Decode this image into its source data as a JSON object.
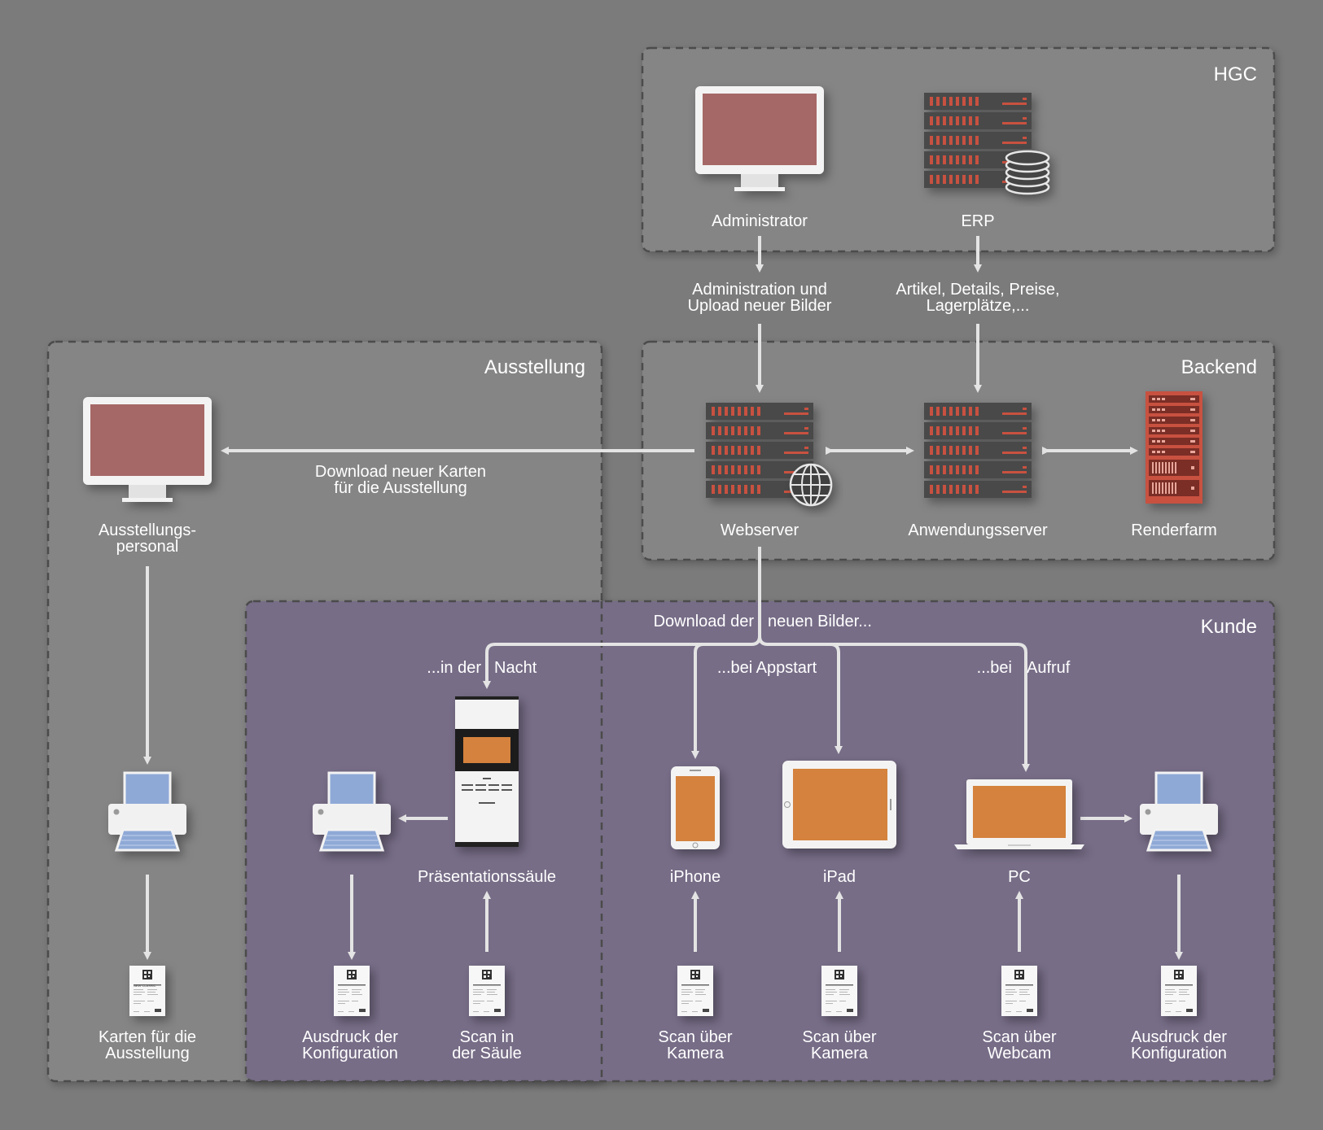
{
  "zones": {
    "hgc": "HGC",
    "backend": "Backend",
    "ausstellung": "Ausstellung",
    "kunde": "Kunde"
  },
  "nodes": {
    "administrator": "Administrator",
    "erp": "ERP",
    "webserver": "Webserver",
    "anwendungsserver": "Anwendungsserver",
    "renderfarm": "Renderfarm",
    "ausstellungspersonal": [
      "Ausstellungs-",
      "personal"
    ],
    "praesentationssaeule": "Präsentationssäule",
    "iphone": "iPhone",
    "ipad": "iPad",
    "pc": "PC"
  },
  "flows": {
    "admin_upload": [
      "Administration und",
      "Upload neuer Bilder"
    ],
    "erp_data": [
      "Artikel, Details, Preise,",
      "Lagerplätze,..."
    ],
    "download_karten": [
      "Download neuer Karten",
      "für die Ausstellung"
    ],
    "download_bilder_left": "Download der",
    "download_bilder_right": "neuen Bilder...",
    "nacht_left": "...in der",
    "nacht_right": "Nacht",
    "appstart": "...bei Appstart",
    "aufruf_left": "...bei",
    "aufruf_right": "Aufruf"
  },
  "documents": {
    "karten_ausstellung": [
      "Karten für die",
      "Ausstellung"
    ],
    "ausdruck_left": [
      "Ausdruck der",
      "Konfiguration"
    ],
    "scan_saeule": [
      "Scan in",
      "der Säule"
    ],
    "scan_iphone": [
      "Scan über",
      "Kamera"
    ],
    "scan_ipad": [
      "Scan über",
      "Kamera"
    ],
    "scan_pc": [
      "Scan über",
      "Webcam"
    ],
    "ausdruck_right": [
      "Ausdruck der",
      "Konfiguration"
    ],
    "card_title": "NEW CLASSIC"
  },
  "icons": [
    "monitor-icon",
    "server-rack-icon",
    "database-icon",
    "globe-icon",
    "render-rack-icon",
    "printer-icon",
    "kiosk-icon",
    "phone-icon",
    "tablet-icon",
    "laptop-icon",
    "qr-card-icon"
  ],
  "colors": {
    "background": "#7b7b7b",
    "zone_grey": "#858585",
    "zone_kunde": "#776d87",
    "screen_red": "#a56766",
    "screen_orange": "#d4823c",
    "printer_blue": "#8fa9d6",
    "server_dark": "#4a4a4a",
    "server_red": "#c8513f"
  }
}
